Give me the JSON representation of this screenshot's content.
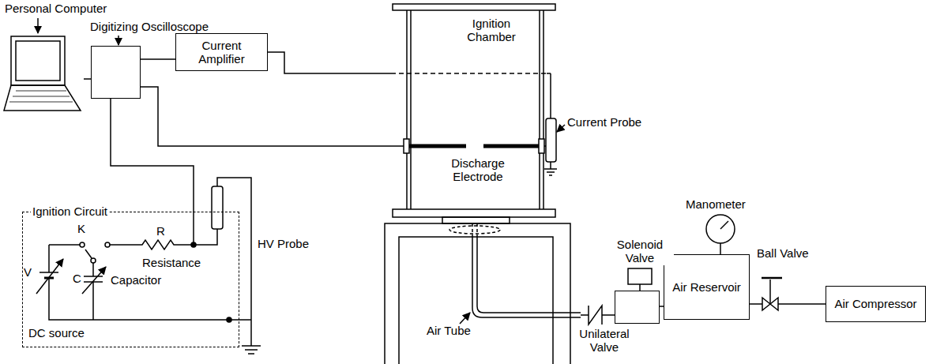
{
  "diagram": {
    "nodes": [
      {
        "text": [
          "Personal Computer"
        ]
      },
      {
        "text": [
          "Digitizing Oscilloscope"
        ]
      },
      {
        "text": [
          "Current Amplifier"
        ]
      },
      {
        "text": [
          "Ignition Chamber"
        ]
      },
      {
        "text": [
          "Ignition Circuit"
        ]
      },
      {
        "text": [
          "Air Reservoir"
        ]
      },
      {
        "text": [
          "Air Compressor"
        ]
      },
      {
        "text": [
          "Solenoid Valve"
        ]
      }
    ],
    "edges": [
      {
        "from": 0,
        "to": 1,
        "arrow": "none"
      },
      {
        "from": 1,
        "to": 2,
        "arrow": "none"
      },
      {
        "from": 2,
        "to": 3,
        "arrow": "none"
      },
      {
        "from": 1,
        "to": 3,
        "arrow": "none"
      },
      {
        "from": 1,
        "to": 4,
        "arrow": "none"
      },
      {
        "from": 7,
        "to": 5,
        "arrow": "none"
      },
      {
        "from": 5,
        "to": 6,
        "arrow": "none"
      }
    ],
    "labels": [
      "Current Probe",
      "Discharge Electrode",
      "HV Probe",
      "K",
      "R",
      "V",
      "C",
      "Resistance",
      "Capacitor",
      "DC source",
      "Air Tube",
      "Unilateral Valve",
      "Manometer",
      "Ball Valve"
    ]
  }
}
